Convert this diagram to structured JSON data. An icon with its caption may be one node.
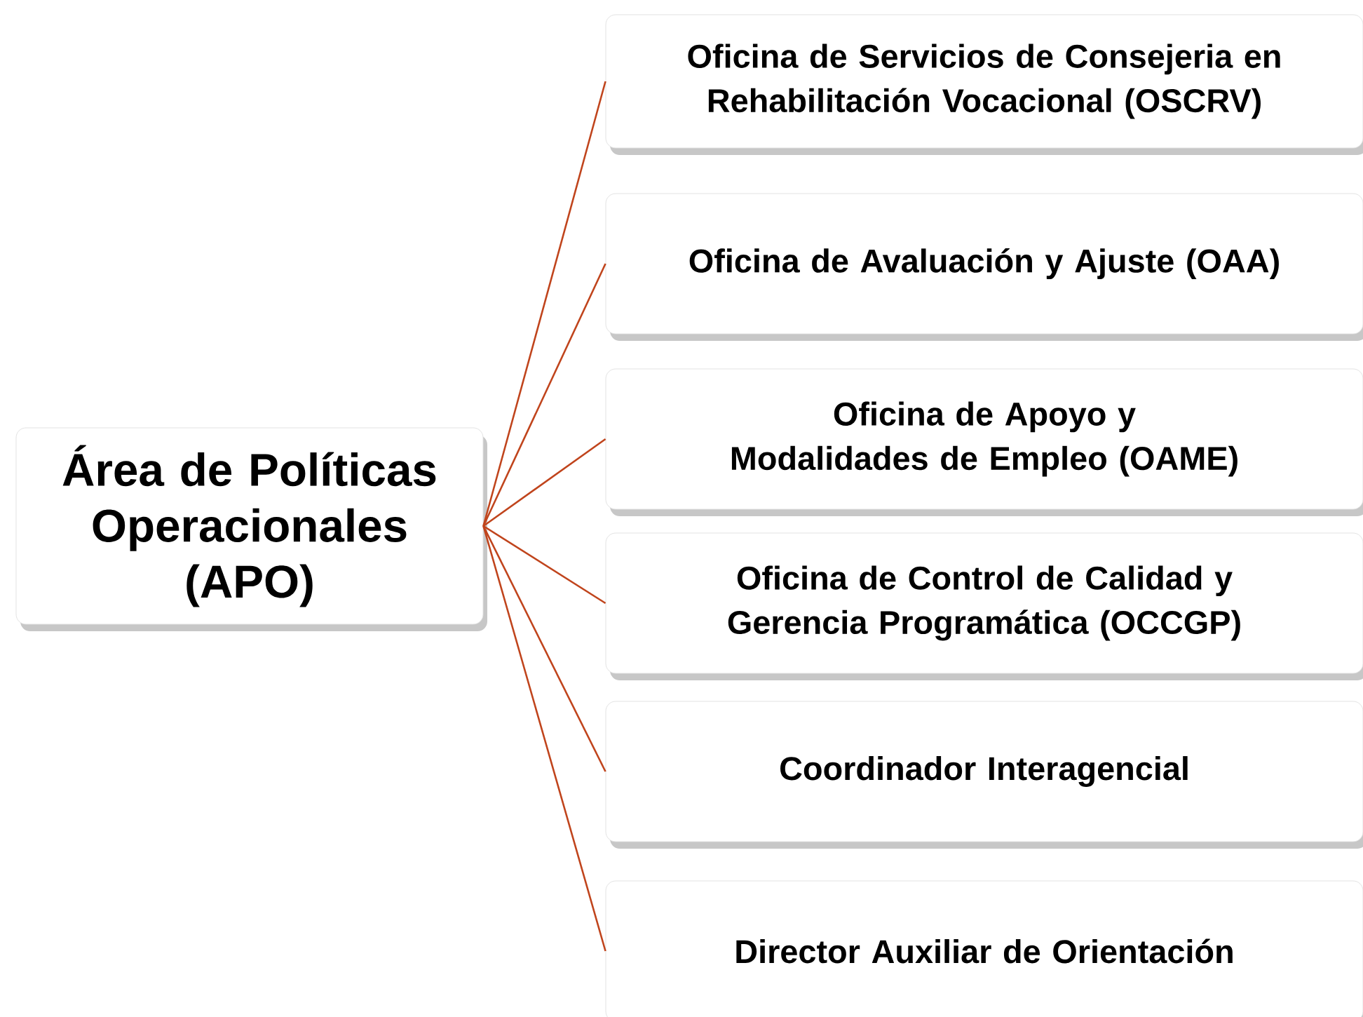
{
  "diagram": {
    "nodes": [
      {
        "text": [
          "Área de Políticas Operacionales (APO)"
        ]
      },
      {
        "text": [
          "Oficina de Servicios de Consejeria en Rehabilitación Vocacional  (OSCRV)"
        ]
      },
      {
        "text": [
          "Oficina de Avaluación y Ajuste (OAA)"
        ]
      },
      {
        "text": [
          "Oficina de Apoyo y Modalidades de Empleo (OAME)"
        ]
      },
      {
        "text": [
          "Oficina de Control de Calidad y Gerencia Programática (OCCGP)"
        ]
      },
      {
        "text": [
          "Coordinador Interagencial"
        ]
      },
      {
        "text": [
          "Director Auxiliar de Orientación"
        ]
      }
    ],
    "edges": [
      {
        "from": 0,
        "to": 1,
        "arrow": "none"
      },
      {
        "from": 0,
        "to": 2,
        "arrow": "none"
      },
      {
        "from": 0,
        "to": 3,
        "arrow": "none"
      },
      {
        "from": 0,
        "to": 4,
        "arrow": "none"
      },
      {
        "from": 0,
        "to": 5,
        "arrow": "none"
      },
      {
        "from": 0,
        "to": 6,
        "arrow": "none"
      }
    ]
  }
}
